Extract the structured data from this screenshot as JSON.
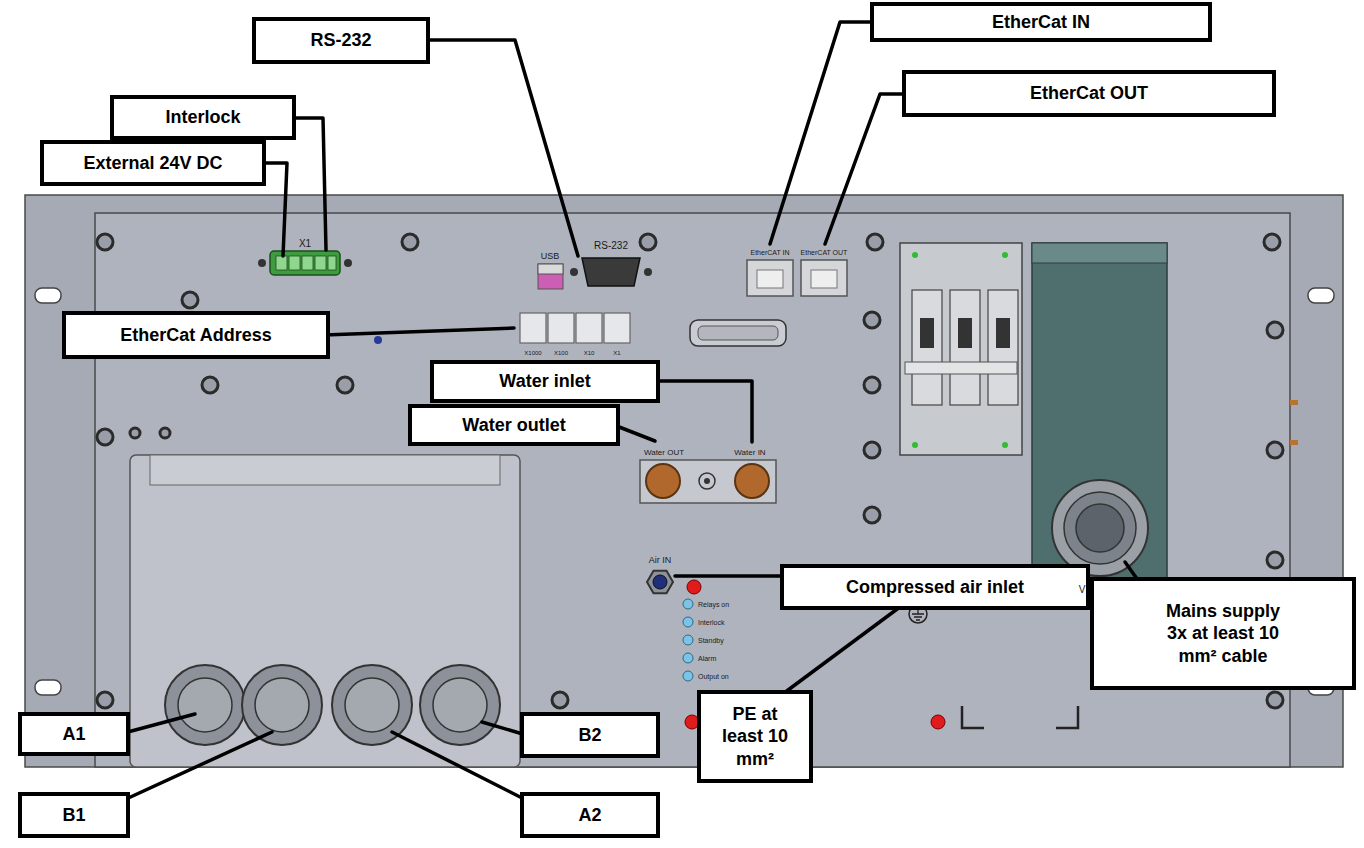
{
  "diagram": {
    "nodes": [
      {
        "text": [
          "EtherCat IN"
        ]
      },
      {
        "text": [
          "RS-232"
        ]
      },
      {
        "text": [
          "EtherCat OUT"
        ]
      },
      {
        "text": [
          "Interlock"
        ]
      },
      {
        "text": [
          "External 24V DC"
        ]
      },
      {
        "text": [
          "EtherCat Address"
        ]
      },
      {
        "text": [
          "Water inlet"
        ]
      },
      {
        "text": [
          "Water outlet"
        ]
      },
      {
        "text": [
          "Compressed air inlet"
        ]
      },
      {
        "text": [
          "Mains supply 3x at least 10 mm² cable"
        ]
      },
      {
        "text": [
          "PE at least 10 mm²"
        ]
      },
      {
        "text": [
          "A1"
        ]
      },
      {
        "text": [
          "B2"
        ]
      },
      {
        "text": [
          "B1"
        ]
      },
      {
        "text": [
          "A2"
        ]
      }
    ],
    "labels": [
      "X1",
      "USB",
      "RS-232",
      "EtherCAT IN",
      "EtherCAT OUT",
      "X1000",
      "X100",
      "X10",
      "X1",
      "Water OUT",
      "Water IN",
      "Air IN",
      "Relays on",
      "Interlock",
      "Standby",
      "Alarm",
      "Output on",
      "V"
    ]
  }
}
